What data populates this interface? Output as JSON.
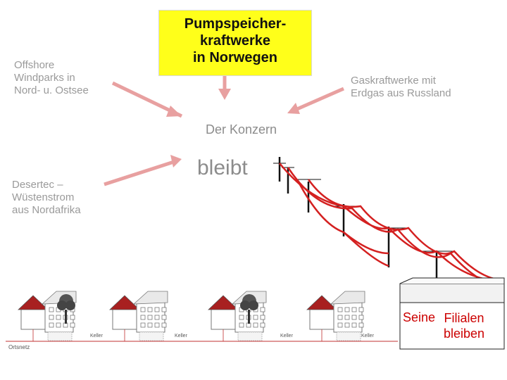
{
  "sources": {
    "offshore": "Offshore\nWindparks in\nNord- u. Ostsee",
    "pumpspeicher": "Pumpspeicher-\nkraftwerke\nin Norwegen",
    "gas": "Gaskraftwerke mit\nErdgas aus Russland",
    "desertec": "Desertec –\nWüstenstrom\naus Nordafrika"
  },
  "center": {
    "konzern": "Der Konzern",
    "bleibt": "bleibt"
  },
  "filialen": {
    "seine": "Seine",
    "rest": "Filialen\nbleiben"
  },
  "houses": {
    "keller_label": "Keller",
    "ortsnetz_label": "Ortsnetz"
  },
  "colors": {
    "arrow": "#e8a0a0",
    "power_line": "#d42020",
    "yellow": "#ffff1a",
    "house_roof": "#a82020"
  },
  "icons": [
    "arrow-icon",
    "power-pylon-icon",
    "house-icon",
    "tree-icon"
  ]
}
